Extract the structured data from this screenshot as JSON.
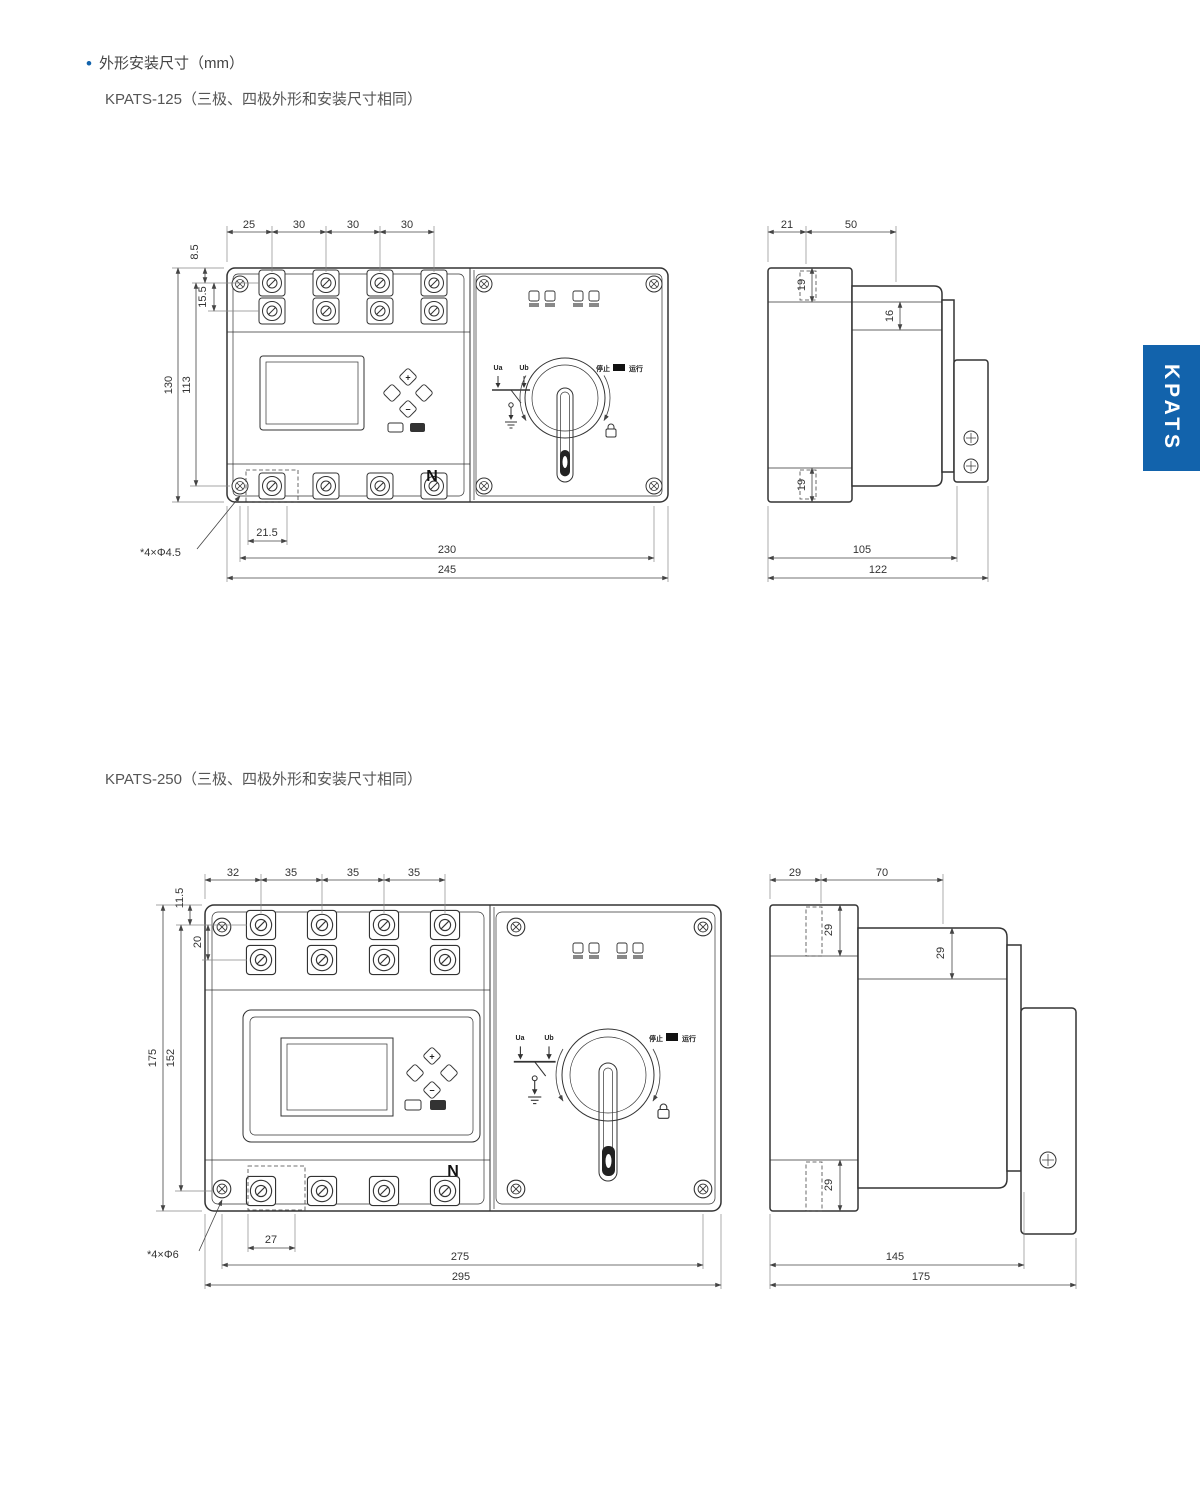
{
  "page": {
    "bullet": "•",
    "title": "外形安装尺寸（mm）",
    "tab": "KPATS",
    "tab_color": "#1263ac"
  },
  "d125": {
    "title": "KPATS-125（三极、四极外形和安装尺寸相同）",
    "front": {
      "dims_top": [
        "25",
        "30",
        "30",
        "30"
      ],
      "dim_8_5": "8.5",
      "dim_15_5": "15.5",
      "dim_130": "130",
      "dim_113": "113",
      "dim_21_5": "21.5",
      "dim_230": "230",
      "dim_245": "245",
      "hole_note": "*4×Φ4.5",
      "n": "N",
      "stop": "停止",
      "run": "运行",
      "ua": "Ua",
      "ub": "Ub",
      "plus": "+",
      "minus": "−"
    },
    "side": {
      "dim_21": "21",
      "dim_50": "50",
      "dim_19_top": "19",
      "dim_16": "16",
      "dim_19_bottom": "19",
      "dim_105": "105",
      "dim_122": "122"
    }
  },
  "d250": {
    "title": "KPATS-250（三极、四极外形和安装尺寸相同）",
    "front": {
      "dims_top": [
        "32",
        "35",
        "35",
        "35"
      ],
      "dim_11_5": "11.5",
      "dim_20": "20",
      "dim_175": "175",
      "dim_152": "152",
      "dim_27": "27",
      "dim_275": "275",
      "dim_295": "295",
      "hole_note": "*4×Φ6",
      "n": "N",
      "stop": "停止",
      "run": "运行",
      "ua": "Ua",
      "ub": "Ub",
      "plus": "+",
      "minus": "−"
    },
    "side": {
      "dim_29_a": "29",
      "dim_70": "70",
      "dim_29_b": "29",
      "dim_29_c": "29",
      "dim_29_d": "29",
      "dim_145": "145",
      "dim_175": "175"
    }
  }
}
